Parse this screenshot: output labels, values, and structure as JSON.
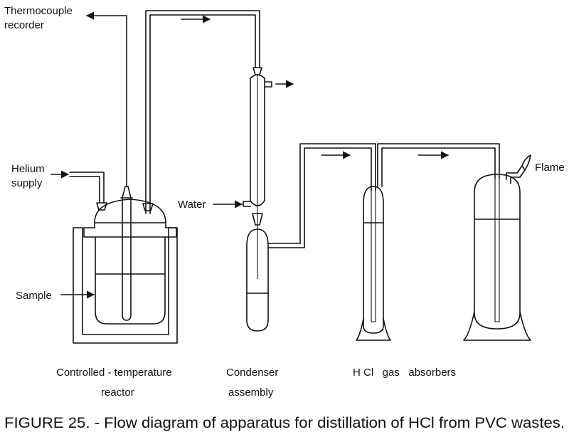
{
  "labels": {
    "thermocouple_line1": "Thermocouple",
    "thermocouple_line2": "recorder",
    "helium_line1": "Helium",
    "helium_line2": "supply",
    "water": "Water",
    "sample": "Sample",
    "flame": "Flame",
    "reactor_line1": "Controlled - temperature",
    "reactor_line2": "reactor",
    "condenser_line1": "Condenser",
    "condenser_line2": "assembly",
    "absorbers": "H Cl   gas   absorbers"
  },
  "caption": "FIGURE 25. - Flow diagram of apparatus for distillation of HCl from PVC wastes."
}
